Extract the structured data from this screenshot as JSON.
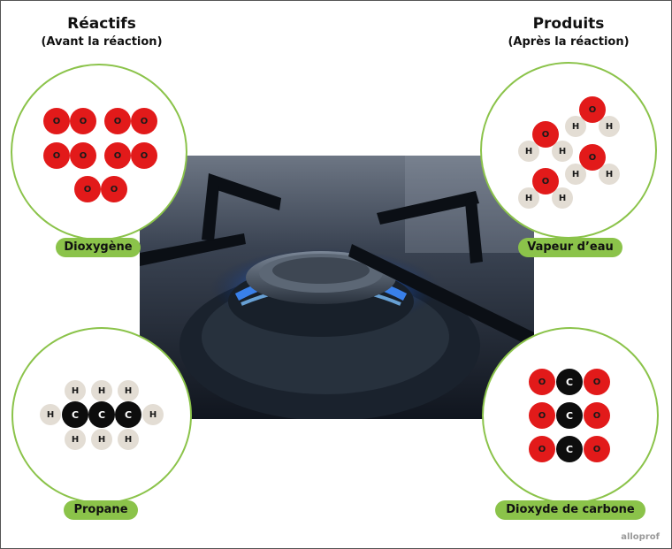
{
  "reactants": {
    "title": "Réactifs",
    "subtitle": "(Avant la réaction)"
  },
  "products": {
    "title": "Produits",
    "subtitle": "(Après la réaction)"
  },
  "molecules": {
    "dioxygene": {
      "label": "Dioxygène",
      "atom": "O"
    },
    "propane": {
      "label": "Propane",
      "carbon": "C",
      "hydrogen": "H"
    },
    "water_vapor": {
      "label": "Vapeur d’eau",
      "oxygen": "O",
      "hydrogen": "H"
    },
    "carbon_dioxide": {
      "label": "Dioxyde de carbone",
      "carbon": "C",
      "oxygen": "O"
    }
  },
  "logo": "alloprof",
  "colors": {
    "ring": "#8bc34a",
    "oxygen": "#e21a1a",
    "carbon": "#0d0d0d",
    "hydrogen": "#e3ddd4"
  },
  "photo": {
    "subject": "gas-stove-burner-flame"
  }
}
